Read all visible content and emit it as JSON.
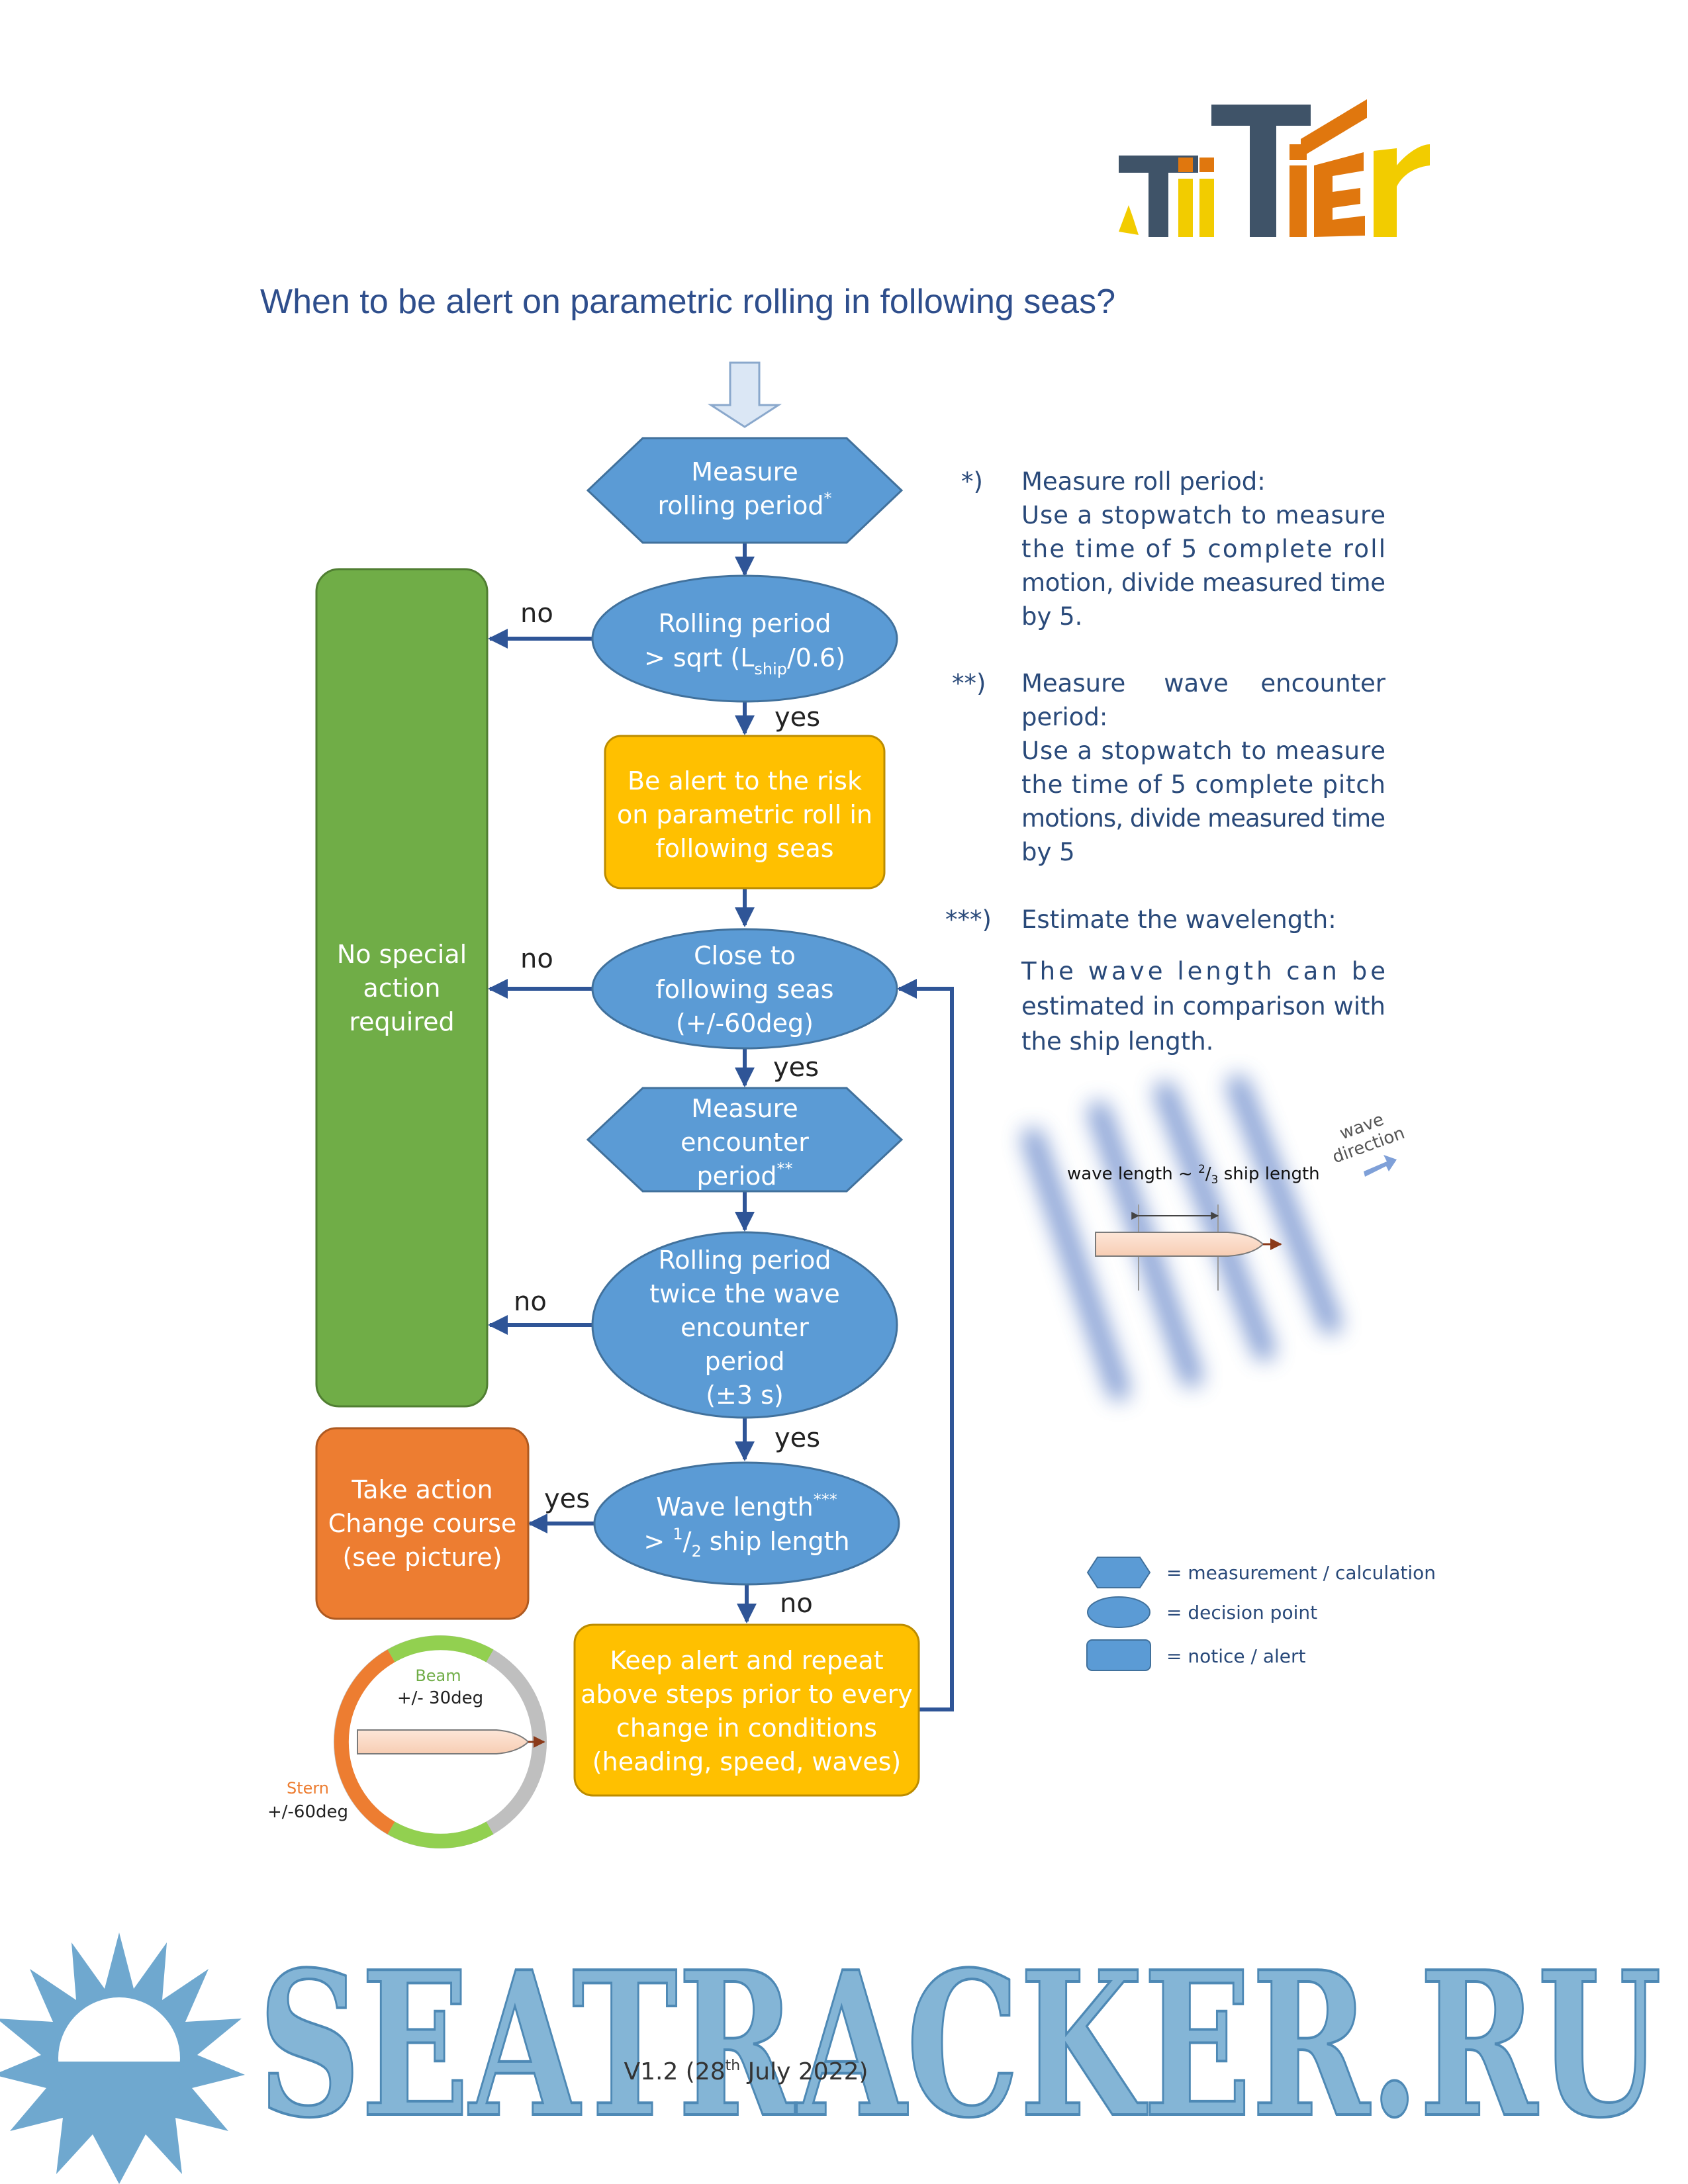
{
  "title": "When to be alert on parametric rolling in following seas?",
  "logo": {
    "text": "TiiTiEr",
    "colors": {
      "dark": "#3f5368",
      "orange": "#e0770e",
      "yellow": "#f2cc00"
    }
  },
  "colors": {
    "blue": "#5b9bd5",
    "blue_stroke": "#41719c",
    "yellow": "#ffc000",
    "green": "#70ad47",
    "orange": "#ed7d31",
    "arrow": "#2f5597",
    "title": "#2e4e8c",
    "watermark": "#6fa8cf"
  },
  "flow": {
    "measure_rolling": {
      "lines": [
        "Measure",
        "rolling period"
      ],
      "mark": "*"
    },
    "decision1": {
      "line1": "Rolling period",
      "line2_prefix": "> sqrt (L",
      "line2_sub": "ship",
      "line2_suffix": "/0.6)"
    },
    "alert": {
      "lines": [
        "Be alert to the risk",
        "on parametric roll in",
        "following seas"
      ]
    },
    "decision2": {
      "lines": [
        "Close to",
        "following seas",
        "(+/-60deg)"
      ]
    },
    "measure_encounter": {
      "lines": [
        "Measure",
        "encounter",
        "period"
      ],
      "mark": "**"
    },
    "decision3": {
      "lines": [
        "Rolling period",
        "twice the wave",
        "encounter",
        "period",
        "(±3 s)"
      ]
    },
    "decision4": {
      "line1": "Wave length",
      "line1_mark": "***",
      "line2_prefix": "> ",
      "line2_num": "1",
      "line2_slash": "/",
      "line2_den": "2",
      "line2_suffix": " ship length"
    },
    "no_action": {
      "lines": [
        "No special",
        "action",
        "required"
      ]
    },
    "take_action": {
      "lines": [
        "Take action",
        "Change course",
        "(see picture)"
      ]
    },
    "keep_alert": {
      "lines": [
        "Keep alert and repeat",
        "above steps prior to every",
        "change in conditions",
        "(heading, speed, waves)"
      ]
    },
    "labels": {
      "no": "no",
      "yes": "yes"
    }
  },
  "notes": {
    "n1": {
      "marker": "*)",
      "title": "Measure roll period:",
      "lines": [
        "Use  a  stopwatch  to  measure",
        "the  time  of  5  complete  roll",
        "motion,  divide  measured  time",
        "by 5."
      ]
    },
    "n2": {
      "marker": "**)",
      "title_words": [
        "Measure",
        "wave",
        "encounter"
      ],
      "lines": [
        "period:",
        "Use  a  stopwatch  to  measure",
        "the  time  of  5  complete  pitch",
        "motions,  divide  measured  time",
        "by 5"
      ]
    },
    "n3": {
      "marker": "***)",
      "title": "Estimate the wavelength:",
      "lines": [
        "The   wave   length   can   be",
        "estimated  in  comparison  with",
        "the ship length."
      ]
    }
  },
  "wave_figure": {
    "prefix": "wave length ~ ",
    "num": "2",
    "slash": "/",
    "den": "3",
    "suffix": " ship length",
    "direction": [
      "wave",
      "direction"
    ]
  },
  "course_figure": {
    "beam": "Beam",
    "beam_range": "+/- 30deg",
    "stern": "Stern",
    "stern_range": "+/-60deg"
  },
  "legend": [
    {
      "shape": "hexagon",
      "text": "= measurement / calculation"
    },
    {
      "shape": "ellipse",
      "text": "= decision point"
    },
    {
      "shape": "rounded-rect",
      "text": "= notice / alert"
    }
  ],
  "footer": {
    "prefix": "V1.2 (28",
    "sup": "th",
    "suffix": " July 2022)"
  },
  "watermark": {
    "text": "SEATRACKER.RU"
  }
}
